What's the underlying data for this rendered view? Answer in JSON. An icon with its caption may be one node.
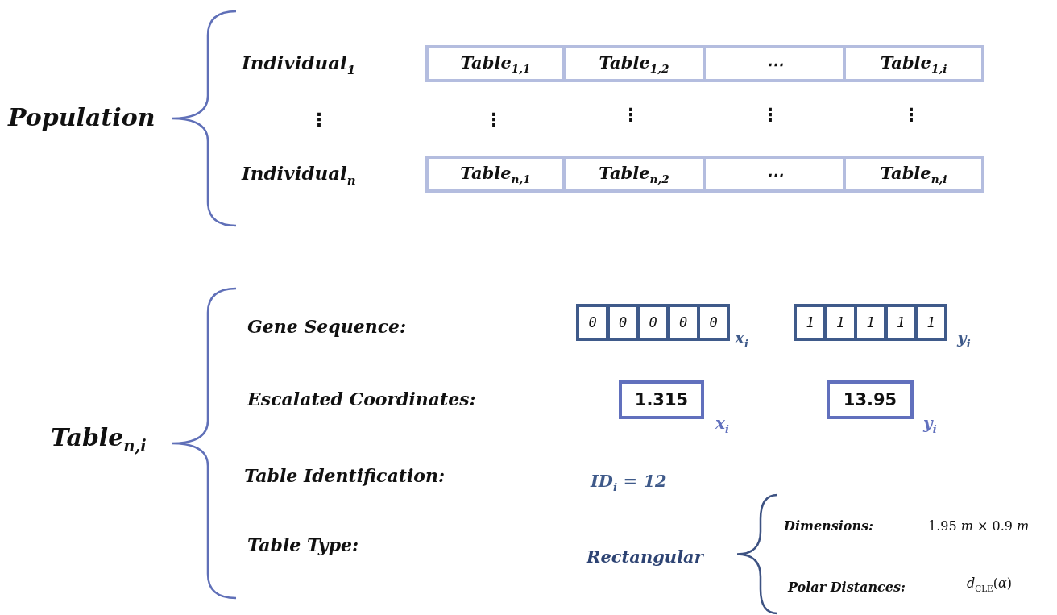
{
  "diagram": {
    "nodes": [
      {
        "text": [
          "Table$_{1,1}$"
        ]
      },
      {
        "text": [
          "Table$_{1,2}$"
        ]
      },
      {
        "text": [
          "⋯"
        ]
      },
      {
        "text": [
          "Table$_{1,i}$"
        ]
      },
      {
        "text": [
          "Table$_{n,1}$"
        ]
      },
      {
        "text": [
          "Table$_{n,2}$"
        ]
      },
      {
        "text": [
          "⋯"
        ]
      },
      {
        "text": [
          "Table$_{n,i}$"
        ]
      },
      {
        "text": [
          "0"
        ]
      },
      {
        "text": [
          "0"
        ]
      },
      {
        "text": [
          "0"
        ]
      },
      {
        "text": [
          "0"
        ]
      },
      {
        "text": [
          "0"
        ]
      },
      {
        "text": [
          "1"
        ]
      },
      {
        "text": [
          "1"
        ]
      },
      {
        "text": [
          "1"
        ]
      },
      {
        "text": [
          "1"
        ]
      },
      {
        "text": [
          "1"
        ]
      },
      {
        "text": [
          "1.315"
        ]
      },
      {
        "text": [
          "13.95"
        ]
      }
    ],
    "labels": [
      "Individual$_{1}$",
      "Population",
      "⋮",
      "⋮",
      "⋮",
      "⋮",
      "⋮",
      "Individual$_{n}$",
      "Table$_{n,i}$",
      "Gene Sequence:",
      "x$_{i}$",
      "y$_{i}$",
      "Escalated Coordinates:",
      "x$_{i}$",
      "y$_{i}$",
      "Table Identification:",
      "ID$_{i}$ = 12",
      "Table Type:",
      "Rectangular",
      "Dimensions:",
      "1.95 *m* × 0.9 *m*",
      "Polar Distances:",
      "*d*$_{CLE}$(*α*)"
    ]
  }
}
